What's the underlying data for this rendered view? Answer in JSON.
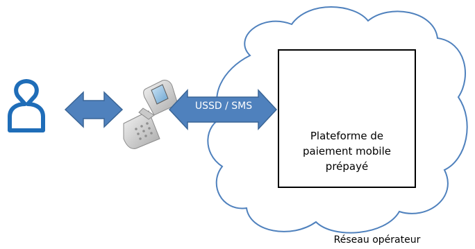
{
  "diagram": {
    "link_label": "USSD / SMS",
    "platform_lines": [
      "Plateforme de",
      "paiement mobile",
      "prépayé"
    ],
    "network_label": "Réseau opérateur",
    "icons": [
      "user-icon",
      "mobile-phone-icon",
      "server-icon"
    ]
  },
  "colors": {
    "arrow_fill": "#4F81BD",
    "arrow_stroke": "#3A6596",
    "cloud_stroke": "#4F81BD",
    "user_icon": "#1F6DB8",
    "box_border": "#000000"
  }
}
